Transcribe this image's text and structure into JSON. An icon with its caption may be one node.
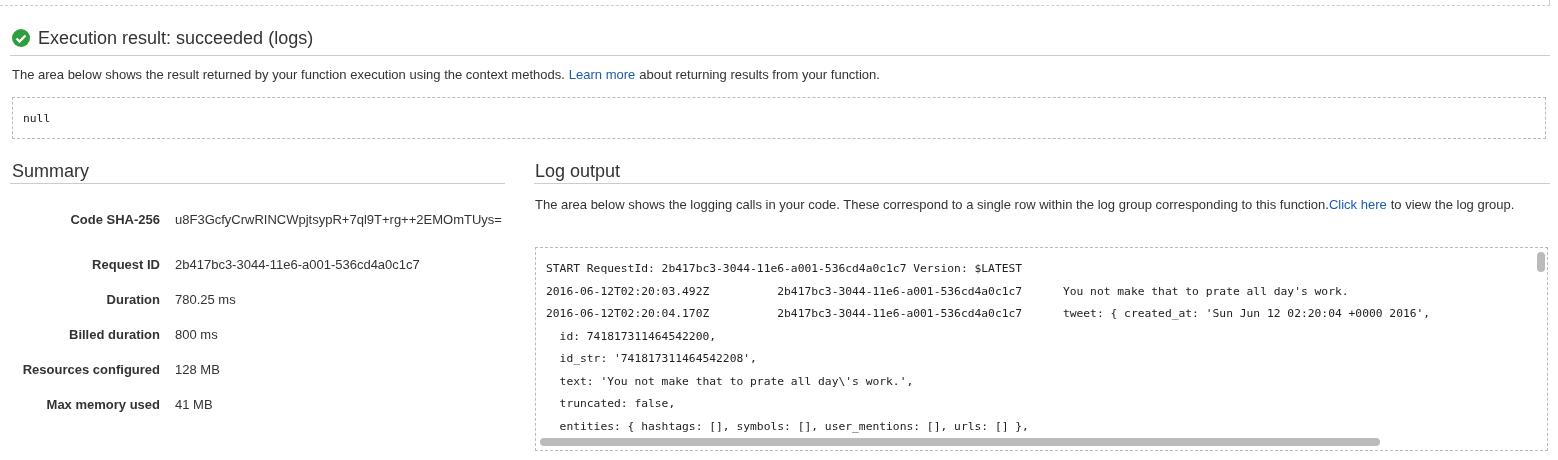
{
  "diagram": {
    "title": "Execution result: succeeded (logs)",
    "nodes": [
      {
        "text": [
          "null"
        ]
      },
      {
        "text": [
          "START RequestId: 2b417bc3-3044-11e6-a001-536cd4a0c1c7 Version: $LATEST",
          "2016-06-12T02:20:03.492Z          2b417bc3-3044-11e6-a001-536cd4a0c1c7      You not make that to prate all day's work.",
          "2016-06-12T02:20:04.170Z          2b417bc3-3044-11e6-a001-536cd4a0c1c7      tweet: { created_at: 'Sun Jun 12 02:20:04 +0000 2016',",
          "  id: 741817311464542200,",
          "  id_str: '741817311464542208',",
          "  text: 'You not make that to prate all day\\'s work.',",
          "  truncated: false,",
          "  entities: { hashtags: [], symbols: [], user_mentions: [], urls: [] },"
        ]
      }
    ],
    "labels": [
      "The area below shows the result returned by your function execution using the context methods.",
      "Learn more",
      "about returning results from your function.",
      "Summary",
      "Code SHA-256",
      "u8F3GcfyCrwRINCWpjtsypR+7ql9T+rg++2EMOmTUys=",
      "Request ID",
      "2b417bc3-3044-11e6-a001-536cd4a0c1c7",
      "Duration",
      "780.25 ms",
      "Billed duration",
      "800 ms",
      "Resources configured",
      "128 MB",
      "Max memory used",
      "41 MB",
      "Log output",
      "The area below shows the logging calls in your code. These correspond to a single row within the log group corresponding to this function.",
      "Click here",
      "to view the log group."
    ]
  }
}
